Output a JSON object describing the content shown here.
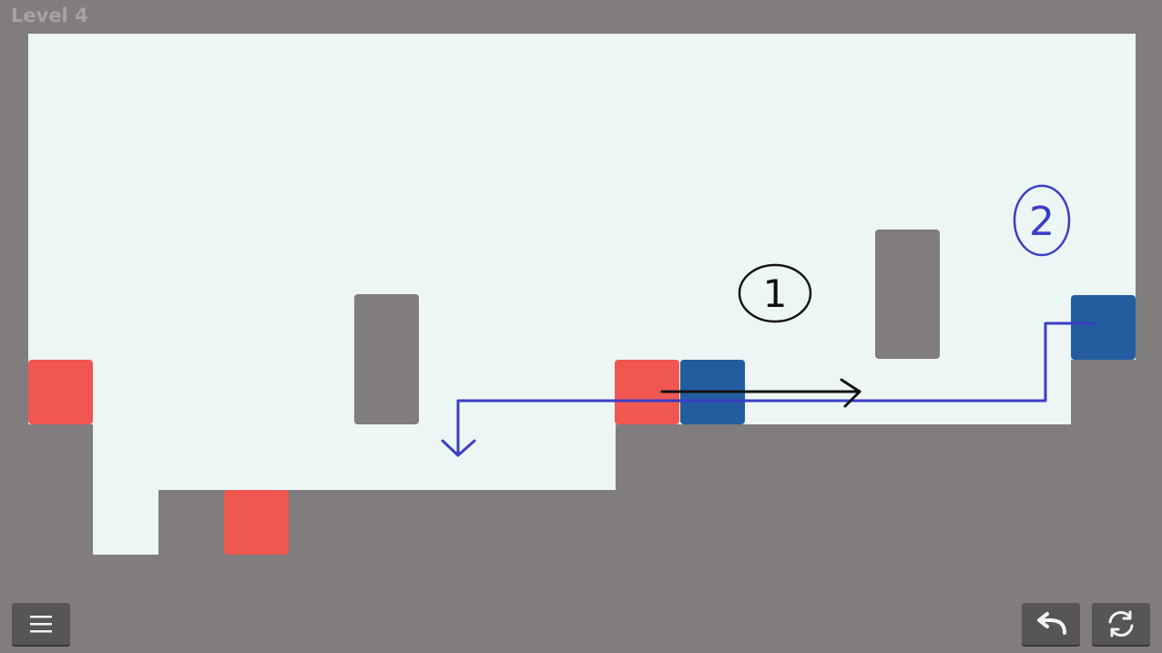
{
  "level": {
    "title": "Level 4"
  },
  "colors": {
    "background": "#817c7d",
    "playfield": "#ecf6f4",
    "wall": "#817c7d",
    "red_block": "#ef5750",
    "blue_block": "#235d9f",
    "annotation_blue": "#3a3ec6",
    "annotation_black": "#111111",
    "button": "#585557"
  },
  "blocks": [
    {
      "kind": "red-block",
      "color": "red"
    },
    {
      "kind": "red-block",
      "color": "red"
    },
    {
      "kind": "red-block",
      "color": "red"
    },
    {
      "kind": "blue-block",
      "color": "blue"
    },
    {
      "kind": "blue-block",
      "color": "blue"
    }
  ],
  "annotations": {
    "step_one_label": "1",
    "step_two_label": "2"
  },
  "toolbar": {
    "menu_icon": "hamburger-menu-icon",
    "undo_icon": "undo-arrow-icon",
    "restart_icon": "restart-icon"
  }
}
